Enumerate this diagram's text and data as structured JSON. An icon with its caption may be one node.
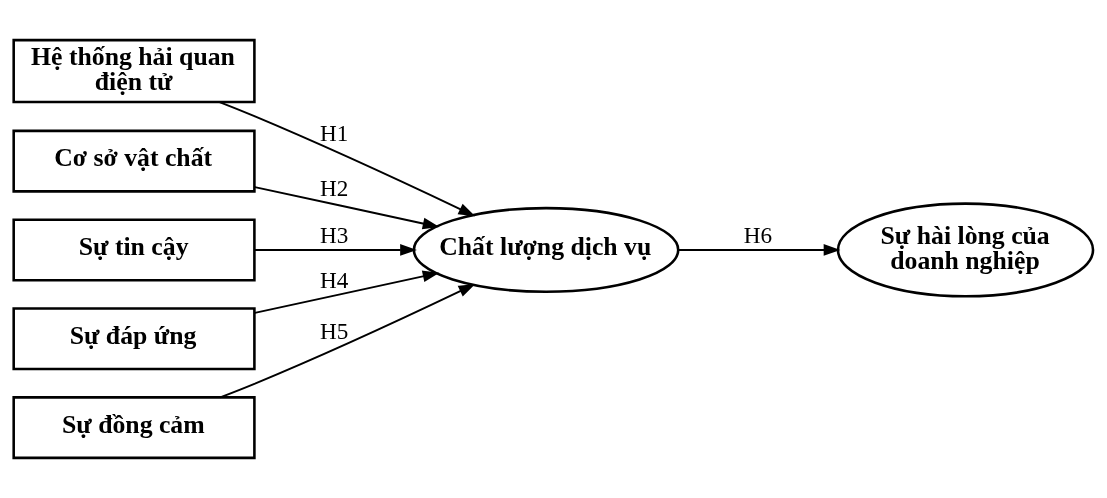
{
  "diagram": {
    "nodes": [
      {
        "text": [
          "Hệ thống hải quan điện tử"
        ]
      },
      {
        "text": [
          "Cơ sở vật chất"
        ]
      },
      {
        "text": [
          "Sự tin cậy"
        ]
      },
      {
        "text": [
          "Sự đáp ứng"
        ]
      },
      {
        "text": [
          "Sự đồng cảm"
        ]
      },
      {
        "text": [
          "Chất lượng dịch vụ"
        ]
      },
      {
        "text": [
          "Sự hài lòng của doanh nghiệp"
        ]
      }
    ],
    "edges": [
      {
        "from": 0,
        "to": 5,
        "arrow": "to",
        "label": "H1"
      },
      {
        "from": 1,
        "to": 5,
        "arrow": "to",
        "label": "H2"
      },
      {
        "from": 2,
        "to": 5,
        "arrow": "to",
        "label": "H3"
      },
      {
        "from": 3,
        "to": 5,
        "arrow": "to",
        "label": "H4"
      },
      {
        "from": 4,
        "to": 5,
        "arrow": "to",
        "label": "H5"
      },
      {
        "from": 5,
        "to": 6,
        "arrow": "to",
        "label": "H6"
      }
    ]
  }
}
